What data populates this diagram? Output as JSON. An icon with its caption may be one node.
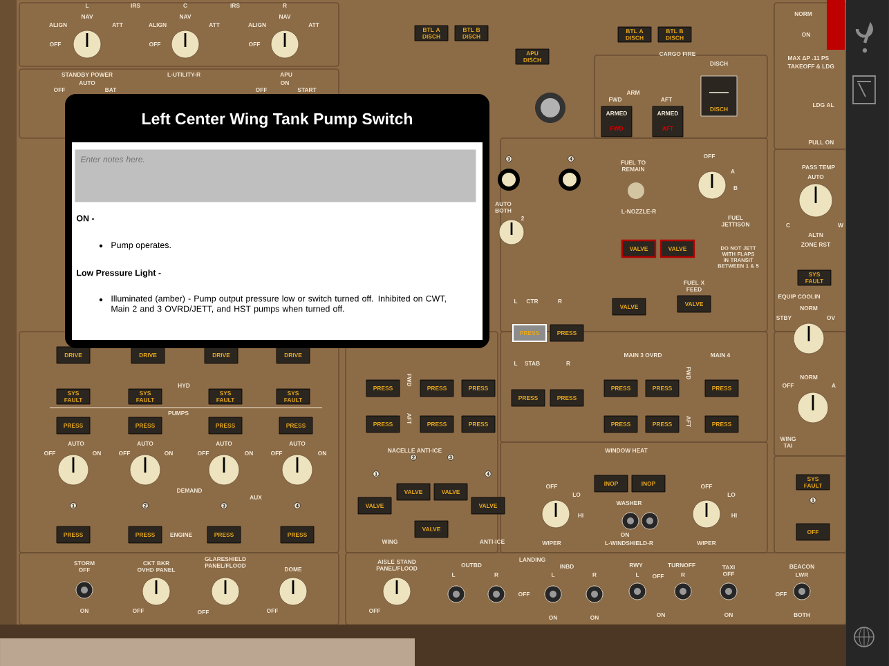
{
  "diagram": {
    "nodes": [
      {
        "text": [
          "Left Center Wing Tank Pump Switch",
          "ON -",
          "Pump operates.",
          "Low Pressure Light -",
          "Illuminated (amber) - Pump output pressure low or switch turned off. Inhibited on CWT, Main 2 and 3 OVRD/JETT, and HST pumps when turned off."
        ]
      },
      {
        "text": [
          "Enter notes here."
        ],
        "in": 0
      }
    ],
    "labels": [
      "L",
      "IRS",
      "C",
      "IRS",
      "R",
      "ALIGN",
      "NAV",
      "ATT",
      "ALIGN",
      "NAV",
      "ATT",
      "ALIGN",
      "NAV",
      "ATT",
      "OFF",
      "OFF",
      "OFF",
      "BTL A DISCH",
      "BTL B DISCH",
      "STANDBY POWER",
      "L-UTILITY-R",
      "APU",
      "AUTO",
      "ON",
      "OFF",
      "BAT",
      "OFF",
      "START",
      "APU DISCH",
      "BTL A DISCH",
      "BTL B DISCH",
      "CARGO FIRE",
      "DISCH",
      "ARM",
      "FWD",
      "AFT",
      "ARMED",
      "FWD",
      "ARMED",
      "AFT",
      "DISCH",
      "NORM",
      "ON",
      "MAX ΔP .11 PS",
      "TAKEOFF & LDG",
      "LDG AL",
      "PULL ON",
      "3",
      "4",
      "AUTO BOTH",
      "2",
      "FUEL TO REMAIN",
      "OFF",
      "A",
      "B",
      "L-NOZZLE-R",
      "FUEL JETTISON",
      "VALVE",
      "VALVE",
      "DO NOT JETT WITH FLAPS IN TRANSIT BETWEEN 1 & 5",
      "PASS TEMP",
      "AUTO",
      "C",
      "W",
      "ALTN",
      "ZONE RST",
      "SYS FAULT",
      "FUEL X FEED",
      "L",
      "CTR",
      "R",
      "PRESS",
      "PRESS",
      "VALVE",
      "VALVE",
      "EQUIP COOLIN",
      "STBY",
      "NORM",
      "OV",
      "L",
      "STAB",
      "R",
      "MAIN 3 OVRD",
      "MAIN 4",
      "PRESS",
      "PRESS",
      "PRESS",
      "PRESS",
      "PRESS",
      "PRESS",
      "PRESS",
      "PRESS",
      "FWD",
      "FWD",
      "PRESS",
      "PRESS",
      "PRESS",
      "PRESS",
      "PRESS",
      "PRESS",
      "AFT",
      "AFT",
      "NORM",
      "OFF",
      "A",
      "DRIVE",
      "DRIVE",
      "DRIVE",
      "DRIVE",
      "HYD",
      "SYS FAULT",
      "SYS FAULT",
      "SYS FAULT",
      "SYS FAULT",
      "PUMPS",
      "PRESS",
      "PRESS",
      "PRESS",
      "PRESS",
      "AUTO",
      "AUTO",
      "AUTO",
      "AUTO",
      "OFF",
      "ON",
      "OFF",
      "ON",
      "OFF",
      "ON",
      "OFF",
      "ON",
      "NACELLE ANTI-ICE",
      "WINDOW HEAT",
      "WING TAI",
      "1",
      "2",
      "3",
      "4",
      "VALVE",
      "VALVE",
      "SYS FAULT",
      "INOP",
      "INOP",
      "OFF",
      "LO",
      "OFF",
      "LO",
      "DEMAND",
      "AUX",
      "1",
      "2",
      "3",
      "4",
      "1",
      "VALVE",
      "VALVE",
      "WASHER",
      "HI",
      "HI",
      "VALVE",
      "PRESS",
      "PRESS",
      "ENGINE",
      "PRESS",
      "PRESS",
      "ON",
      "OFF",
      "WING",
      "ANTI-ICE",
      "WIPER",
      "L-WINDSHIELD-R",
      "WIPER",
      "STORM OFF",
      "CKT BKR OVHD PANEL",
      "GLARESHIELD PANEL/FLOOD",
      "DOME",
      "AISLE STAND PANEL/FLOOD",
      "OUTBD",
      "LANDING",
      "INBD",
      "RWY",
      "TURNOFF",
      "TAXI OFF",
      "BEACON",
      "L",
      "R",
      "L",
      "R",
      "L",
      "OFF",
      "R",
      "LWR",
      "OFF",
      "OFF",
      "ON",
      "OFF",
      "OFF",
      "OFF",
      "OFF",
      "ON",
      "ON",
      "ON",
      "ON",
      "BOTH"
    ]
  }
}
